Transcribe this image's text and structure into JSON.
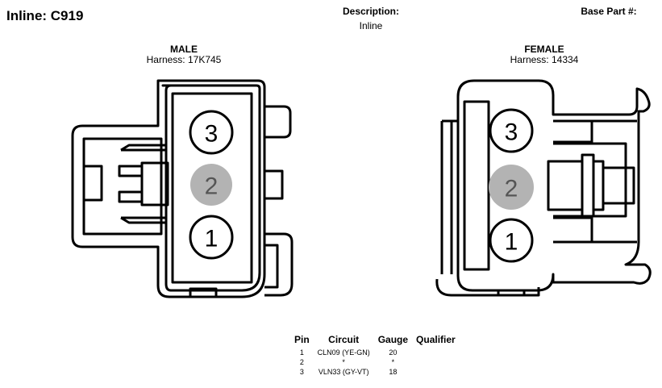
{
  "header": {
    "title": "Inline: C919",
    "description_label": "Description:",
    "description_value": "Inline",
    "base_part_label": "Base Part #:"
  },
  "male": {
    "title": "MALE",
    "harness": "Harness: 17K745",
    "pins": [
      "3",
      "2",
      "1"
    ]
  },
  "female": {
    "title": "FEMALE",
    "harness": "Harness: 14334",
    "pins": [
      "3",
      "2",
      "1"
    ]
  },
  "pin_table": {
    "headers": [
      "Pin",
      "Circuit",
      "Gauge",
      "Qualifier"
    ],
    "rows": [
      [
        "1",
        "CLN09 (YE-GN)",
        "20",
        ""
      ],
      [
        "2",
        "*",
        "*",
        ""
      ],
      [
        "3",
        "VLN33 (GY-VT)",
        "18",
        ""
      ]
    ]
  },
  "colors": {
    "line": "#000000",
    "highlight_pin": "#b3b3b3"
  }
}
